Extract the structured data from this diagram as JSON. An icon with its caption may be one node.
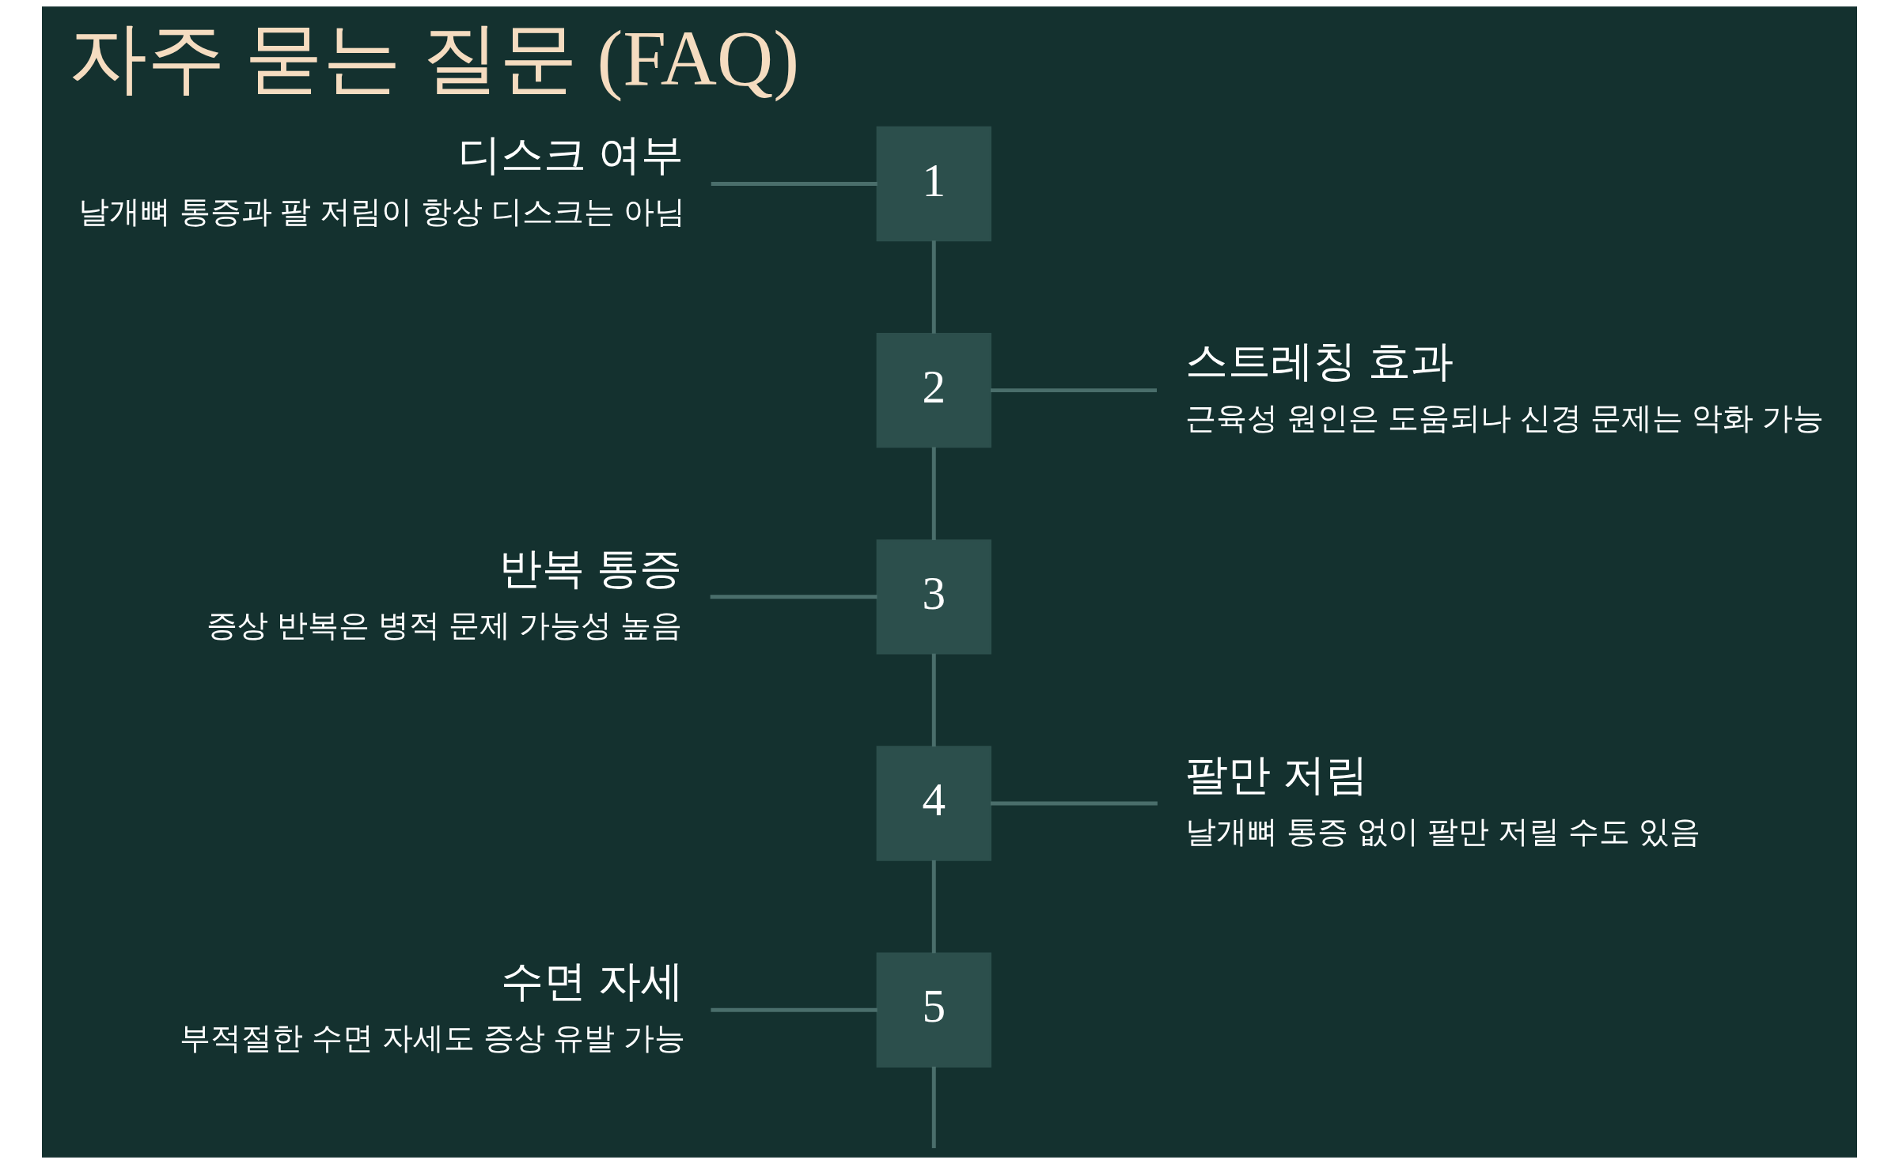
{
  "diagram": {
    "title": "자주 묻는 질문 (FAQ)",
    "nodes": [
      {
        "text": [
          "디스크 여부",
          "날개뼈 통증과 팔 저림이 항상 디스크는 아님"
        ]
      },
      {
        "text": [
          "1"
        ]
      },
      {
        "text": [
          "2"
        ]
      },
      {
        "text": [
          "스트레칭 효과",
          "근육성 원인은 도움되나 신경 문제는 악화 가능"
        ]
      },
      {
        "text": [
          "반복 통증",
          "증상 반복은 병적 문제 가능성 높음"
        ]
      },
      {
        "text": [
          "3"
        ]
      },
      {
        "text": [
          "4"
        ]
      },
      {
        "text": [
          "팔만 저림",
          "날개뼈 통증 없이 팔만 저릴 수도 있음"
        ]
      },
      {
        "text": [
          "수면 자세",
          "부적절한 수면 자세도 증상 유발 가능"
        ]
      },
      {
        "text": [
          "5"
        ]
      }
    ],
    "edges": [
      {
        "from": 0,
        "to": 1,
        "arrow": "none"
      },
      {
        "from": 1,
        "to": 2,
        "arrow": "none"
      },
      {
        "from": 2,
        "to": 3,
        "arrow": "none"
      },
      {
        "from": 2,
        "to": 5,
        "arrow": "none"
      },
      {
        "from": 4,
        "to": 5,
        "arrow": "none"
      },
      {
        "from": 5,
        "to": 6,
        "arrow": "none"
      },
      {
        "from": 6,
        "to": 7,
        "arrow": "none"
      },
      {
        "from": 6,
        "to": 9,
        "arrow": "none"
      },
      {
        "from": 8,
        "to": 9,
        "arrow": "none"
      },
      {
        "from": 9,
        "to": null,
        "arrow": "none"
      }
    ]
  }
}
